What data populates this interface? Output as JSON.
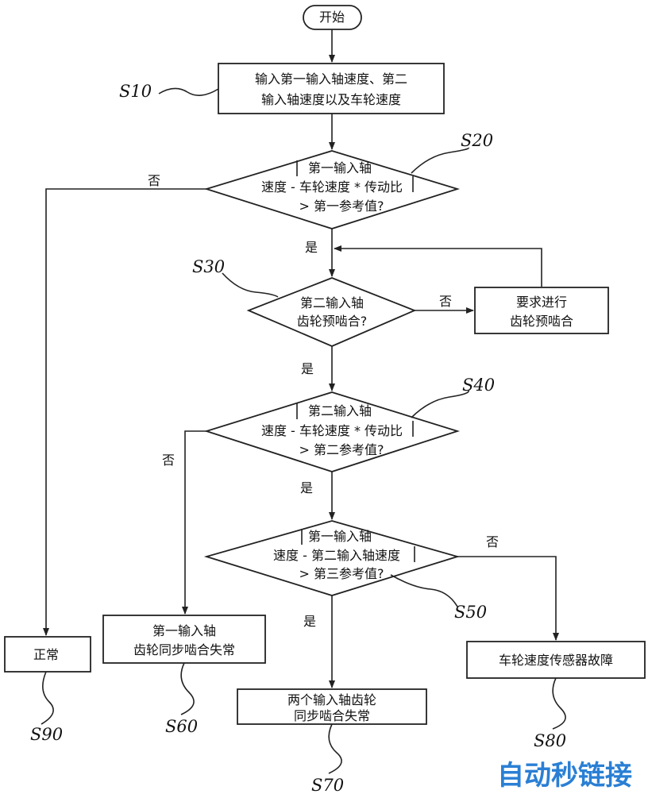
{
  "start": "开始",
  "steps": {
    "s10": {
      "label": "S10",
      "lines": [
        "输入第一输入轴速度、第二",
        "输入轴速度以及车轮速度"
      ]
    },
    "s20": {
      "label": "S20",
      "lines": [
        "第一输入轴",
        "速度 - 车轮速度 * 传动比",
        "> 第一参考值?"
      ]
    },
    "s30": {
      "label": "S30",
      "lines": [
        "第二输入轴",
        "齿轮预啮合?"
      ]
    },
    "s30_req": {
      "lines": [
        "要求进行",
        "齿轮预啮合"
      ]
    },
    "s40": {
      "label": "S40",
      "lines": [
        "第二输入轴",
        "速度 - 车轮速度 * 传动比",
        "> 第二参考值?"
      ]
    },
    "s50": {
      "label": "S50",
      "lines": [
        "第一输入轴",
        "速度 - 第二输入轴速度",
        "> 第三参考值?"
      ]
    },
    "s60": {
      "label": "S60",
      "lines": [
        "第一输入轴",
        "齿轮同步啮合失常"
      ]
    },
    "s70": {
      "label": "S70",
      "lines": [
        "两个输入轴齿轮",
        "同步啮合失常"
      ]
    },
    "s80": {
      "label": "S80",
      "lines": [
        "车轮速度传感器故障"
      ]
    },
    "s90": {
      "label": "S90",
      "lines": [
        "正常"
      ]
    }
  },
  "edges": {
    "yes": "是",
    "no": "否"
  },
  "watermark": "自动秒链接"
}
